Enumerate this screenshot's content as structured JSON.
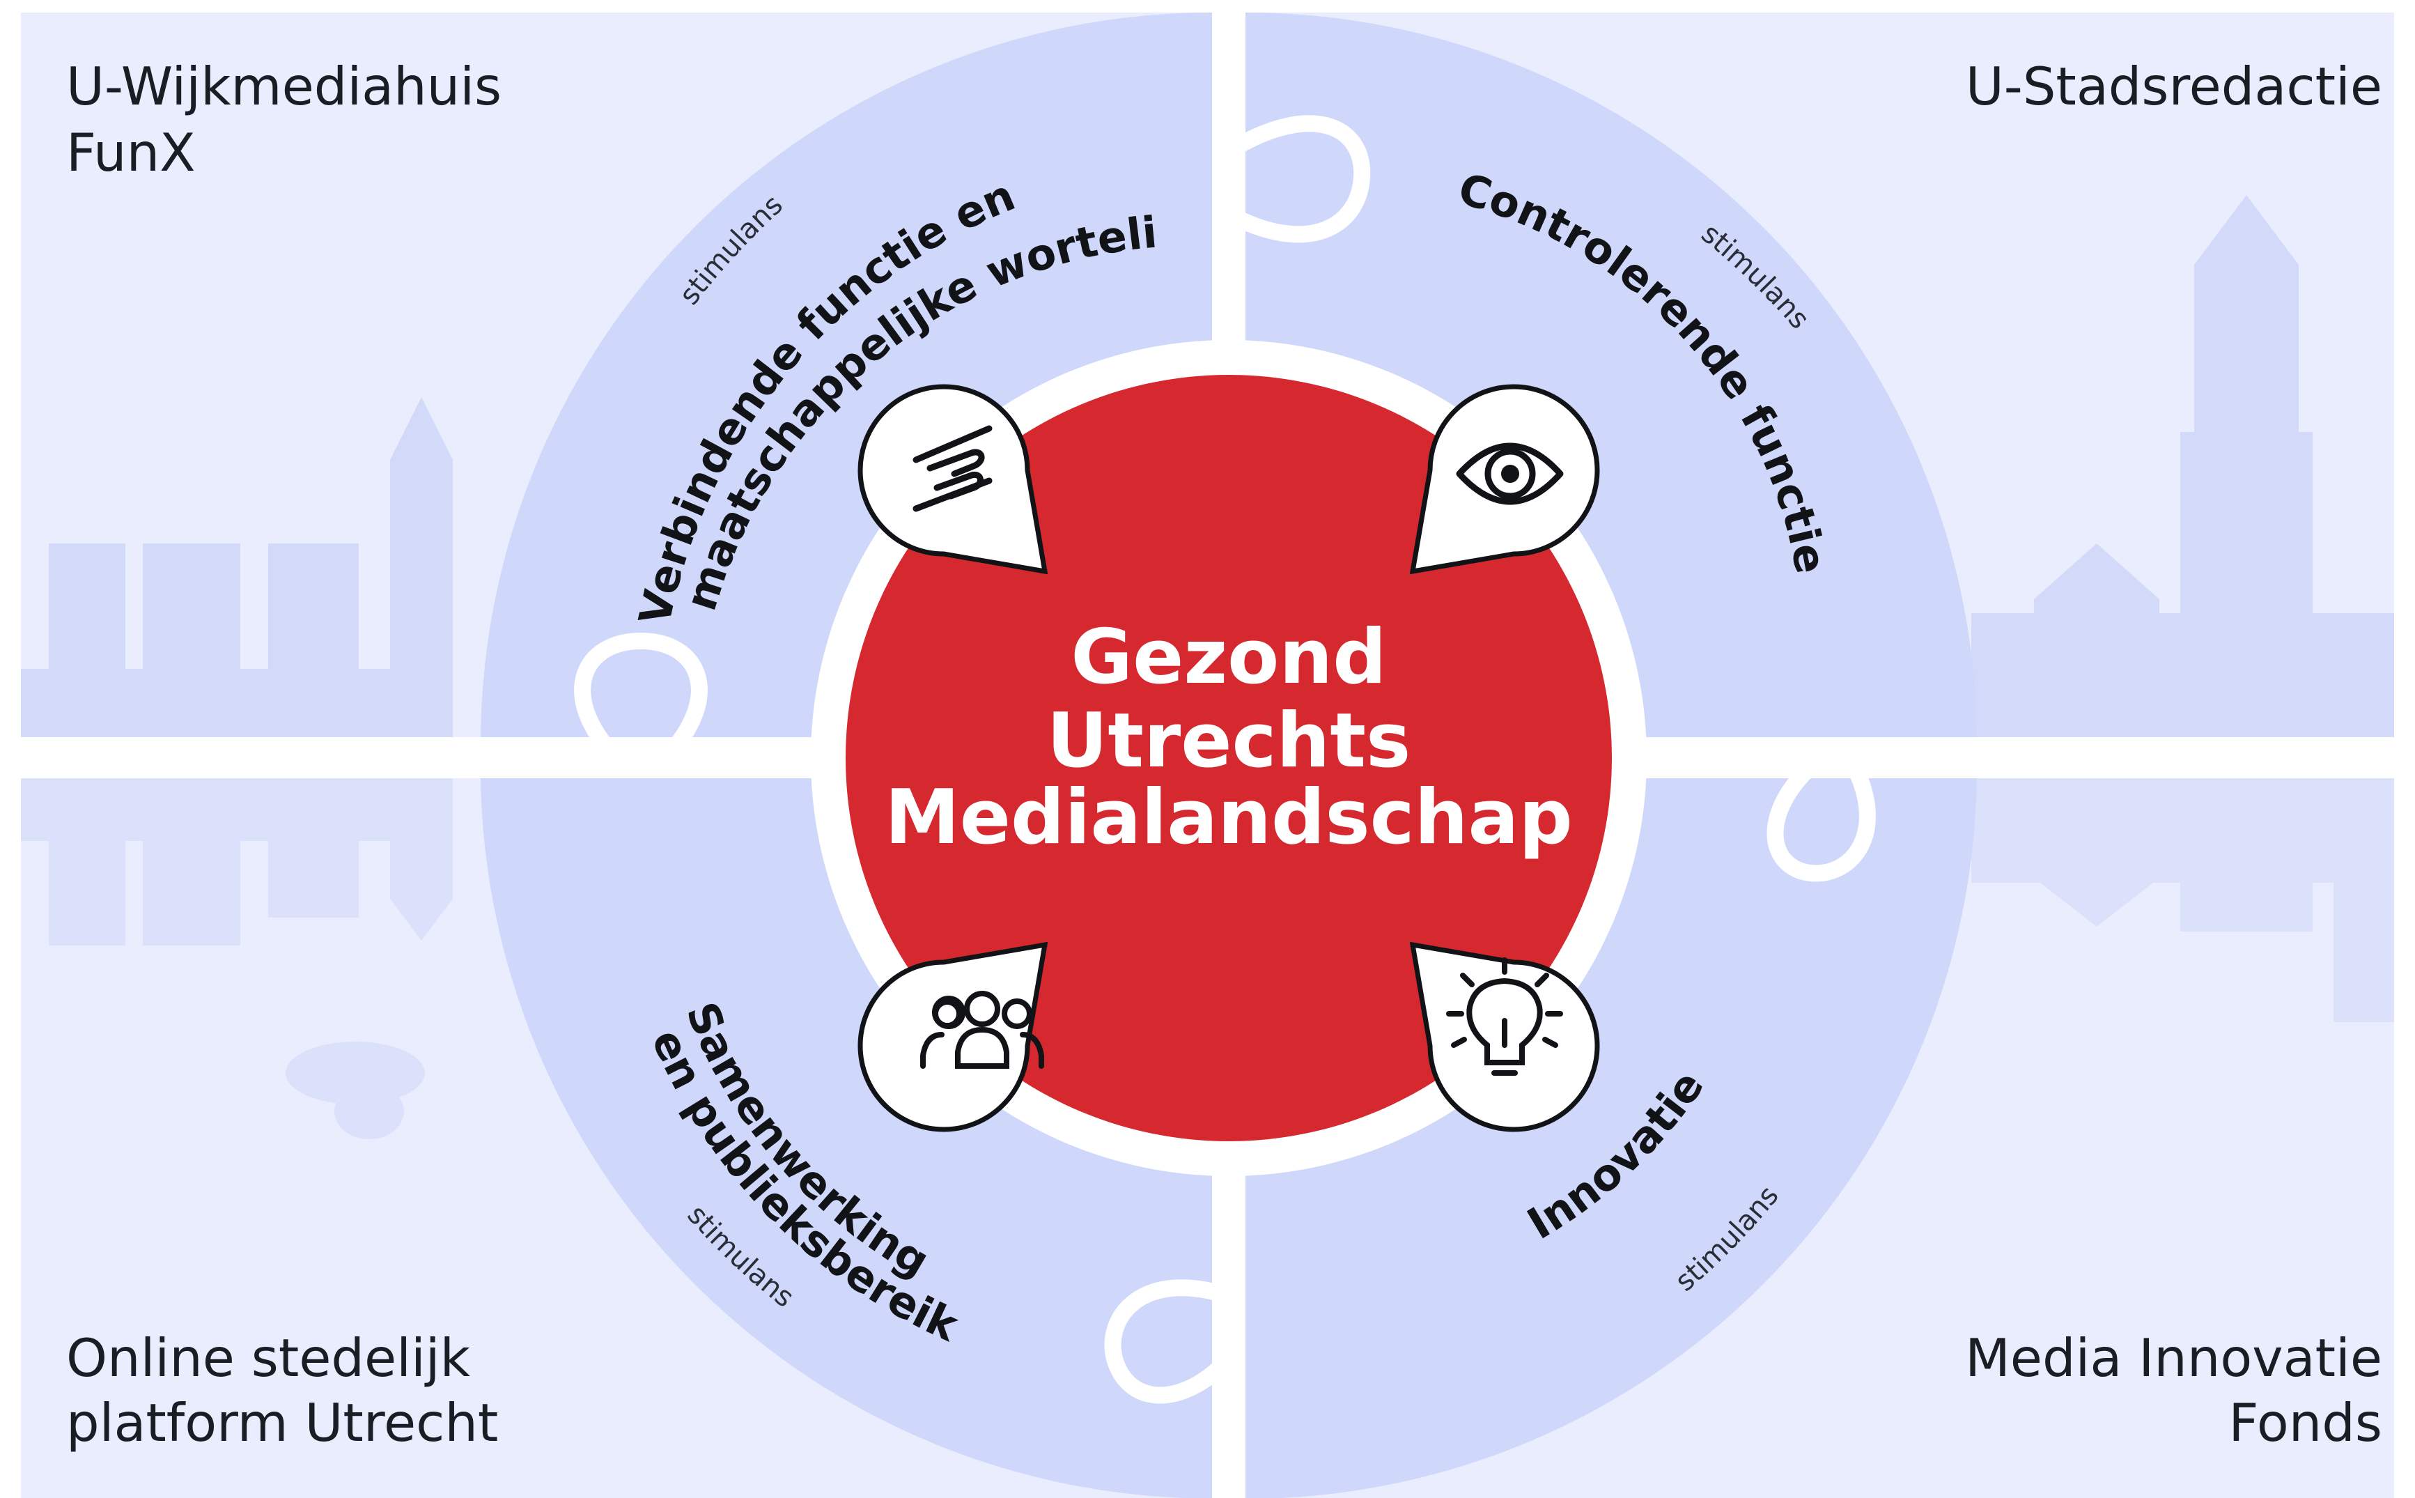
{
  "center": {
    "lines": [
      "Gezond",
      "Utrechts",
      "Medialandschap"
    ]
  },
  "quadrants": {
    "top_left": {
      "org_lines": [
        "U-Wijkmediahuis",
        "FunX"
      ],
      "function_lines": [
        "Verbindende functie en",
        "maatschappelijke worteling"
      ],
      "stimulans": "stimulans",
      "icon": "handshake-icon"
    },
    "top_right": {
      "org_lines": [
        "U-Stadsredactie"
      ],
      "function_lines": [
        "Controlerende functie"
      ],
      "stimulans": "stimulans",
      "icon": "eye-icon"
    },
    "bottom_left": {
      "org_lines": [
        "Online stedelijk",
        "platform Utrecht"
      ],
      "function_lines": [
        "Samenwerking",
        "en publieksbereik"
      ],
      "stimulans": "stimulans",
      "icon": "people-group-icon"
    },
    "bottom_right": {
      "org_lines": [
        "Media Innovatie",
        "Fonds"
      ],
      "function_lines": [
        "Innovatie"
      ],
      "stimulans": "stimulans",
      "icon": "lightbulb-icon"
    }
  },
  "colors": {
    "background": "#e9edfd",
    "puzzle": "#cfd8fb",
    "skyline": "#d2d9fb",
    "center": "#d6292f",
    "white": "#ffffff",
    "ink": "#111317"
  }
}
